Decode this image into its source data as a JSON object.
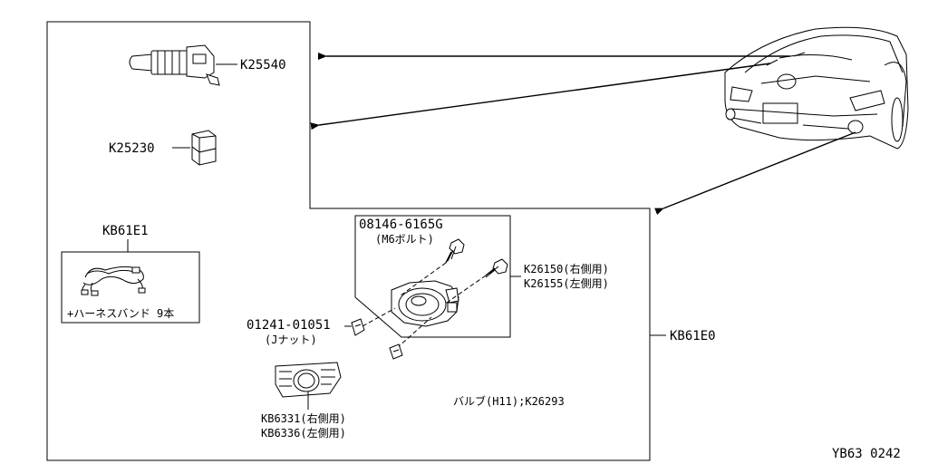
{
  "labels": {
    "k25540": "K25540",
    "k25230": "K25230",
    "kb61e1": "KB61E1",
    "harness_band": "+ハーネスバンド 9本",
    "bolt_pn": "08146-6165G",
    "bolt_desc": "(M6ボルト)",
    "k26150": "K26150(右側用)",
    "k26155": "K26155(左側用)",
    "jnut_pn": "01241-01051",
    "jnut_desc": "(Jナット)",
    "kb61e0": "KB61E0",
    "bulb": "バルブ(H11);K26293",
    "kb6331": "KB6331(右側用)",
    "kb6336": "KB6336(左側用)",
    "figure_code": "YB63 0242"
  },
  "icons": [
    "switch-stalk-icon",
    "relay-icon",
    "harness-icon",
    "bolt-icon",
    "foglamp-icon",
    "j-nut-icon",
    "bezel-icon",
    "car-icon"
  ]
}
